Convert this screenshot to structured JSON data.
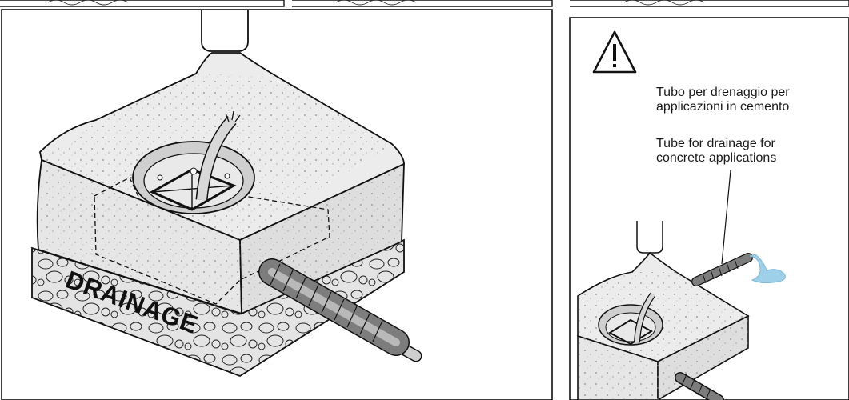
{
  "warning_icon": "warning-triangle-icon",
  "labels": {
    "italian_line1": "Tubo per drenaggio per",
    "italian_line2": "applicazioni in cemento",
    "english_line1": "Tube for drainage for",
    "english_line2": "concrete applications"
  },
  "illustration": {
    "drainage_word": "DRAINAGE"
  },
  "colors": {
    "concrete": "#ececec",
    "gravel": "#e4e4e4",
    "pipe_dark": "#7a7a7a",
    "pipe_light": "#bdbdbd",
    "water": "#9fd0ea",
    "line": "#111111"
  }
}
